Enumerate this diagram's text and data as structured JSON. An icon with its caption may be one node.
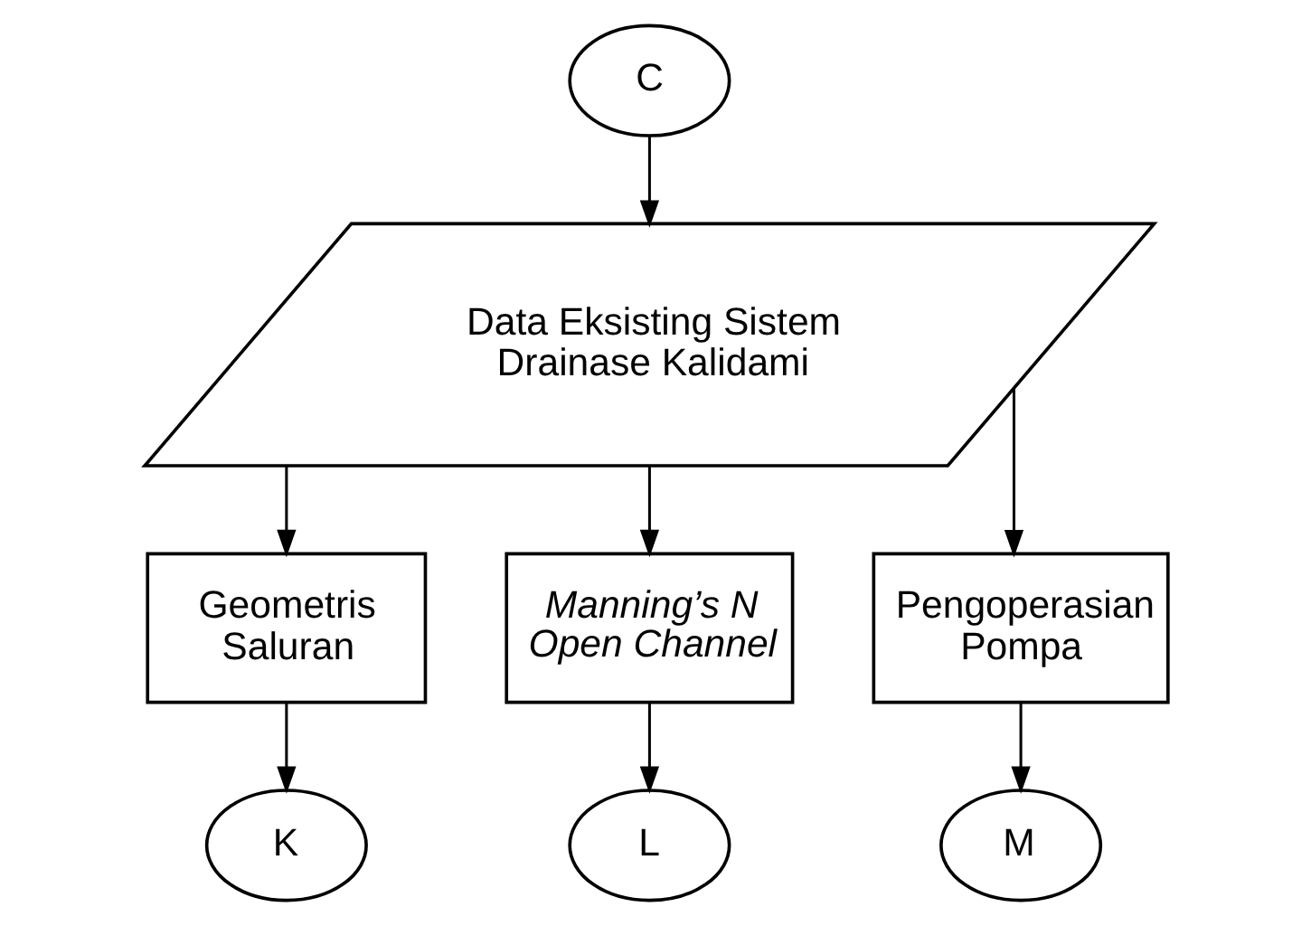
{
  "diagram": {
    "nodes": [
      {
        "text": [
          "C"
        ]
      },
      {
        "text": [
          "Data Eksisting Sistem Drainase Kalidami"
        ]
      },
      {
        "text": [
          "Geometris Saluran"
        ]
      },
      {
        "text": [
          "Manning’s  N Open Channel"
        ]
      },
      {
        "text": [
          "Pengoperasian Pompa"
        ]
      },
      {
        "text": [
          "K"
        ]
      },
      {
        "text": [
          "L"
        ]
      },
      {
        "text": [
          "M"
        ]
      }
    ],
    "edges": [
      {
        "from": 0,
        "to": 1,
        "arrow": "to"
      },
      {
        "from": 1,
        "to": 2,
        "arrow": "to"
      },
      {
        "from": 1,
        "to": 3,
        "arrow": "to"
      },
      {
        "from": 1,
        "to": 4,
        "arrow": "to"
      },
      {
        "from": 2,
        "to": 5,
        "arrow": "to"
      },
      {
        "from": 3,
        "to": 6,
        "arrow": "to"
      },
      {
        "from": 4,
        "to": 7,
        "arrow": "to"
      }
    ]
  }
}
